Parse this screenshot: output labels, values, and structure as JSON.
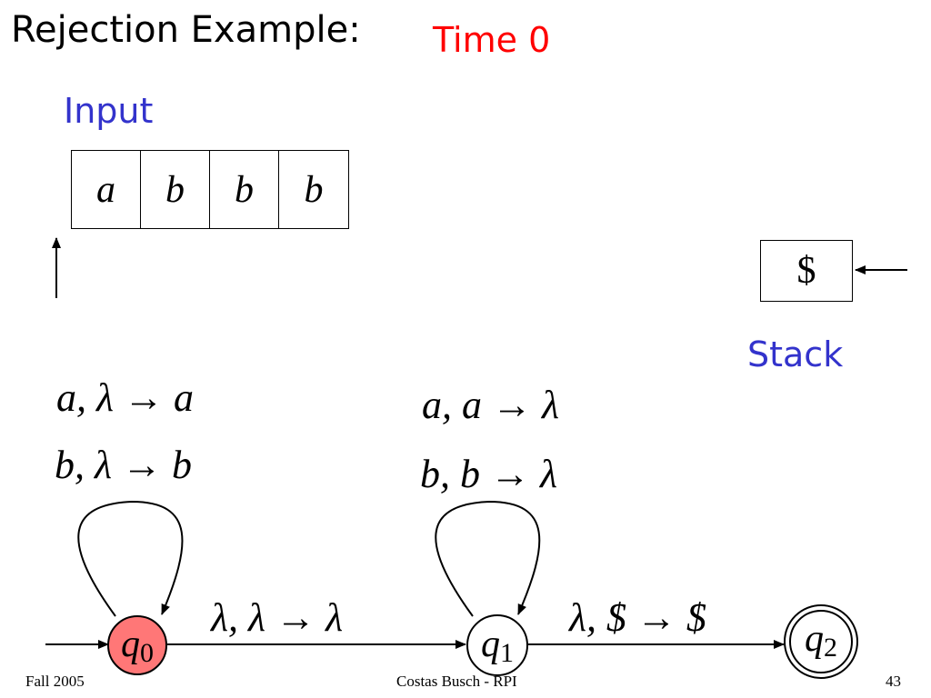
{
  "title": "Rejection Example:",
  "time_label": "Time 0",
  "input": {
    "label": "Input",
    "cells": [
      "a",
      "b",
      "b",
      "b"
    ]
  },
  "stack": {
    "label": "Stack",
    "contents": [
      "$"
    ]
  },
  "transitions": {
    "q0_loop": [
      "a, λ → a",
      "b, λ → b"
    ],
    "q1_loop": [
      "a, a → λ",
      "b, b → λ"
    ],
    "q0_q1": "λ, λ → λ",
    "q1_q2": "λ, $ → $"
  },
  "states": {
    "q0": {
      "name": "q",
      "sub": "0",
      "fill": "#ff7777"
    },
    "q1": {
      "name": "q",
      "sub": "1",
      "fill": "#ffffff"
    },
    "q2": {
      "name": "q",
      "sub": "2",
      "fill": "#ffffff"
    }
  },
  "footer": {
    "left": "Fall 2005",
    "center": "Costas Busch - RPI",
    "right": "43"
  }
}
